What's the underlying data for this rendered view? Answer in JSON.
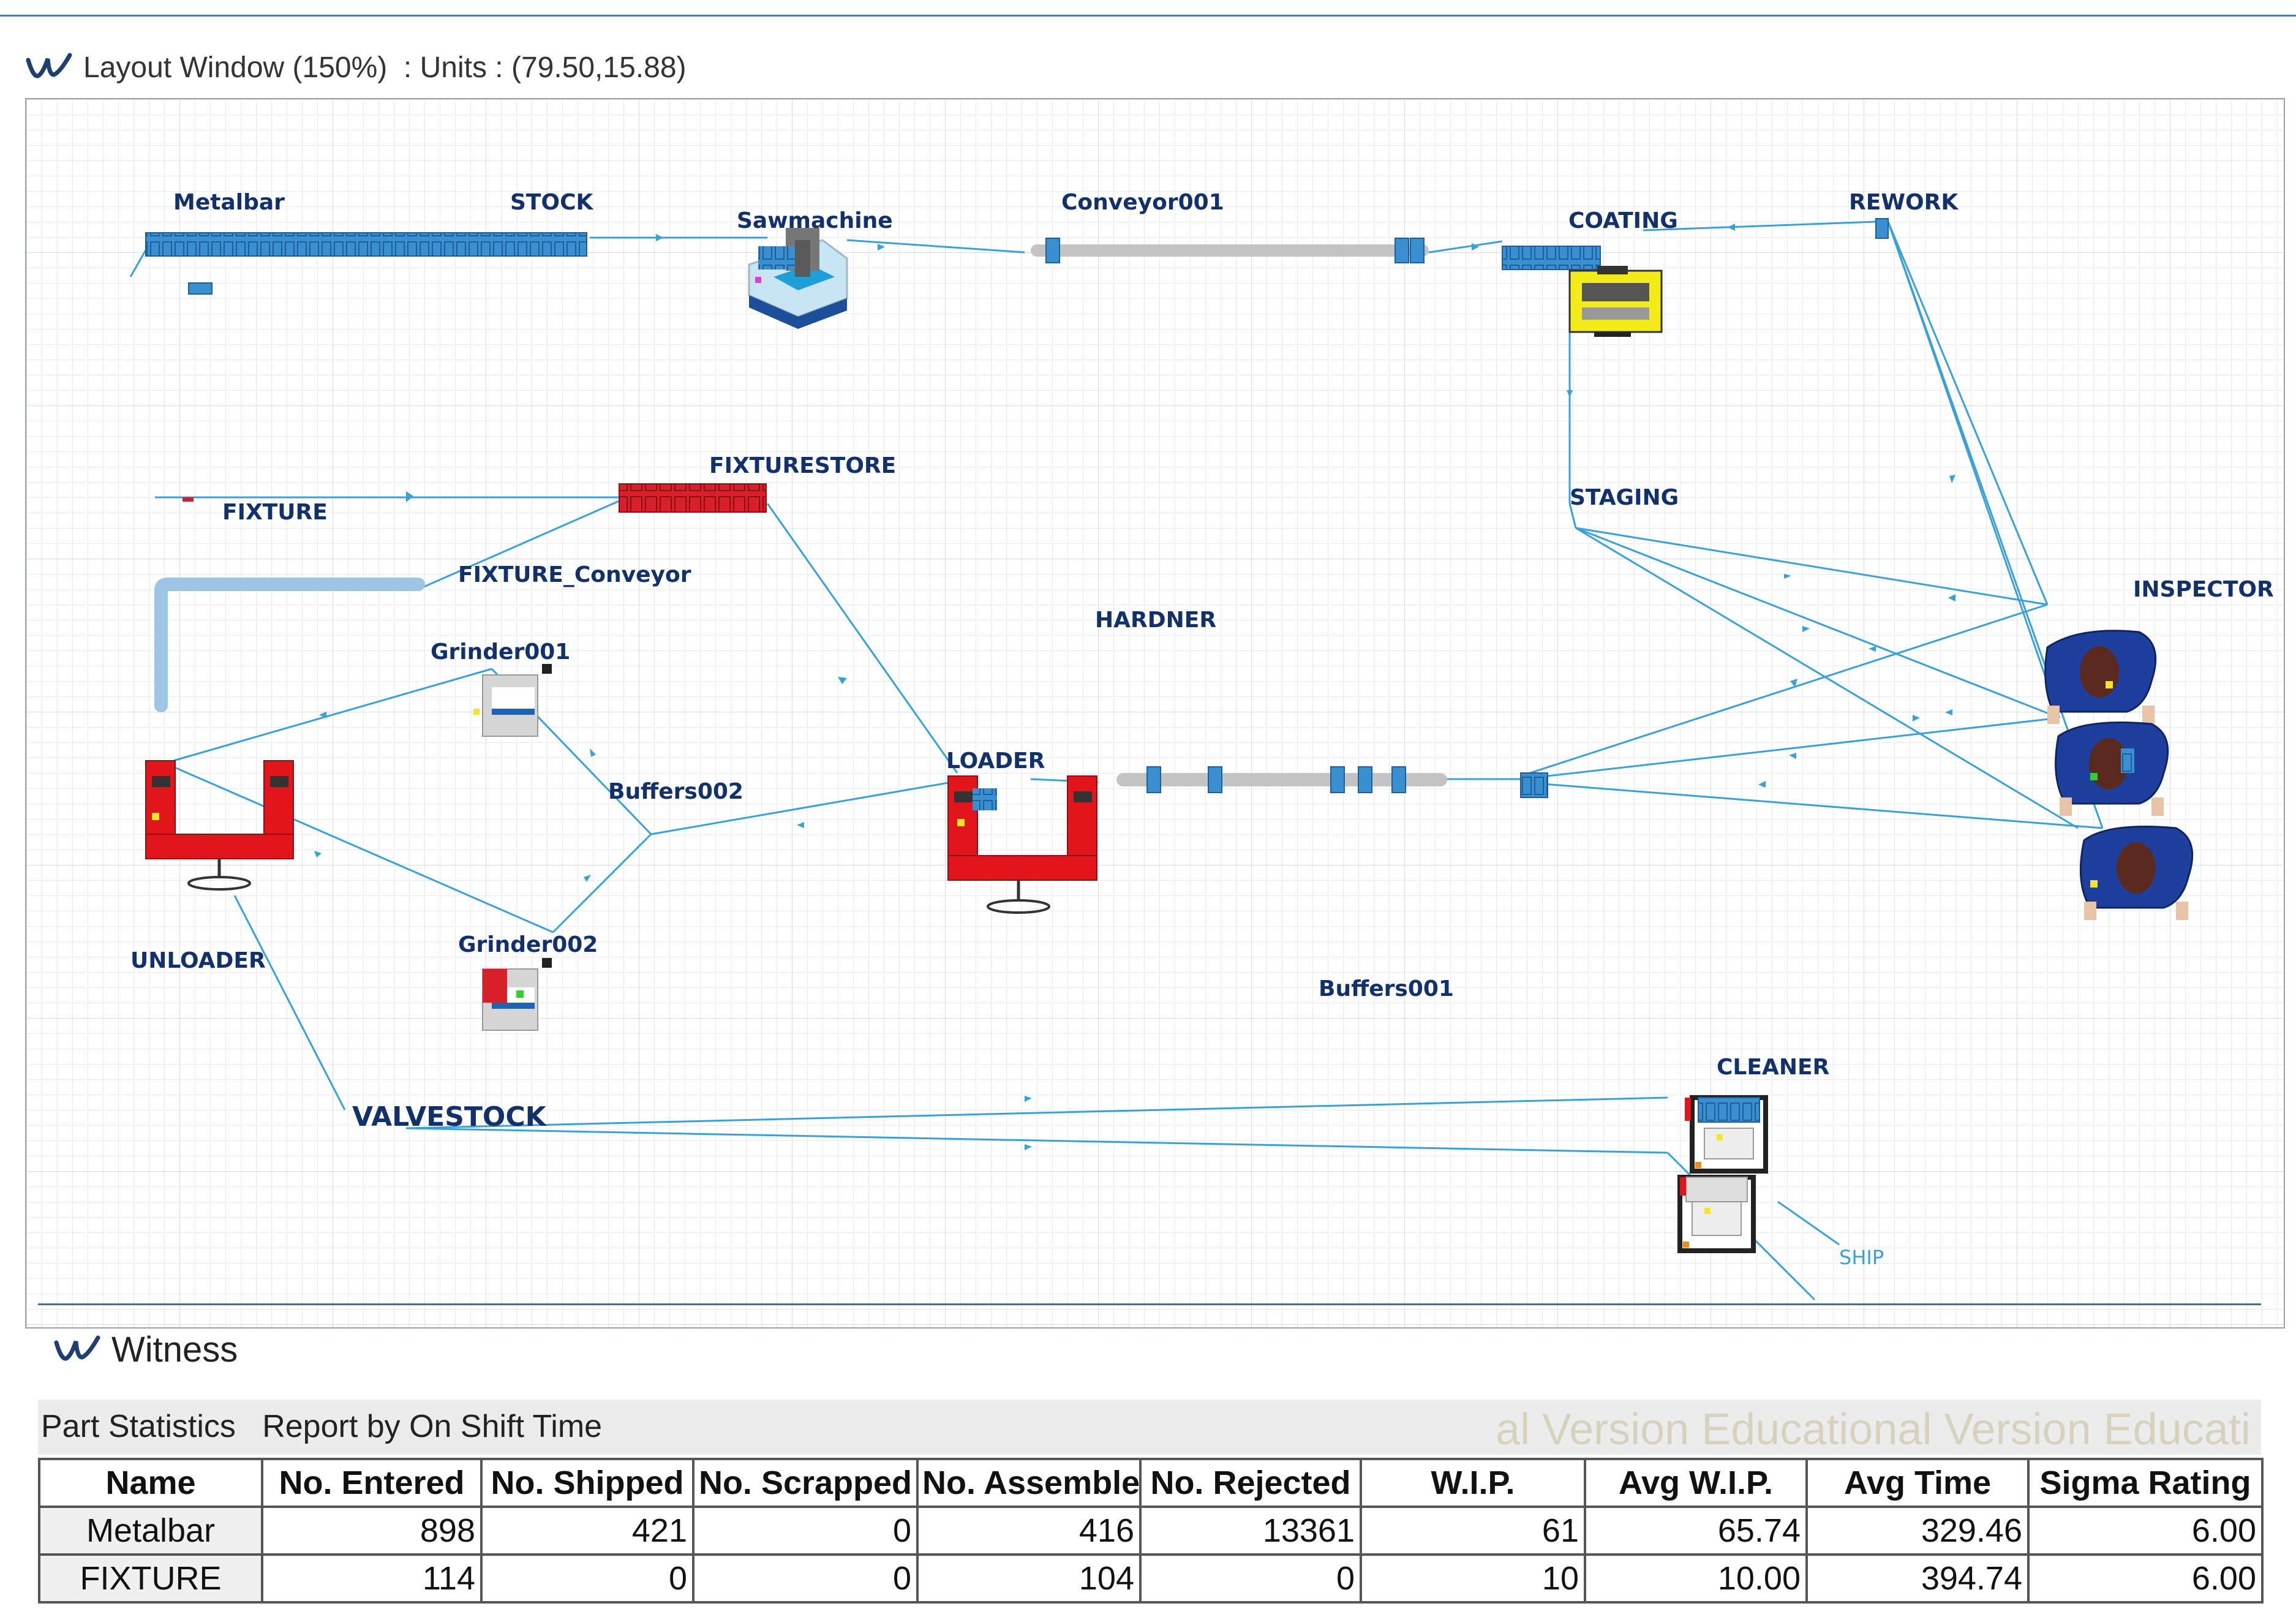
{
  "window": {
    "title": "Layout Window (150%)  : Units : (79.50,15.88)"
  },
  "layout": {
    "labels": {
      "metalbar": "Metalbar",
      "stock": "STOCK",
      "sawmachine": "Sawmachine",
      "conveyor001": "Conveyor001",
      "coating": "COATING",
      "rework": "REWORK",
      "fixture": "FIXTURE",
      "fixturestore": "FIXTURESTORE",
      "fixture_conveyor": "FIXTURE_Conveyor",
      "staging": "STAGING",
      "hardner": "HARDNER",
      "inspector": "INSPECTOR",
      "grinder001": "Grinder001",
      "buffers002": "Buffers002",
      "loader": "LOADER",
      "unloader": "UNLOADER",
      "grinder002": "Grinder002",
      "buffers001": "Buffers001",
      "cleaner": "CLEANER",
      "valvestock": "VALVESTOCK",
      "ship": "SHIP"
    },
    "colors": {
      "route": "#3aa0d8",
      "part": "#2f86c8",
      "machine_red": "#e2151b",
      "inspector_blue": "#1f3f9e",
      "conveyor_grey": "#c4c4c4",
      "coating_yellow": "#f3ec1a"
    }
  },
  "report": {
    "app_title": "Witness",
    "header": "Part Statistics   Report by On Shift Time",
    "watermark": "al Version  Educational Version  Educati",
    "columns": [
      "Name",
      "No. Entered",
      "No. Shipped",
      "No. Scrapped",
      "No. Assemble",
      "No. Rejected",
      "W.I.P.",
      "Avg W.I.P.",
      "Avg Time",
      "Sigma Rating"
    ],
    "rows": [
      [
        "Metalbar",
        "898",
        "421",
        "0",
        "416",
        "13361",
        "61",
        "65.74",
        "329.46",
        "6.00"
      ],
      [
        "FIXTURE",
        "114",
        "0",
        "0",
        "104",
        "0",
        "10",
        "10.00",
        "394.74",
        "6.00"
      ]
    ]
  }
}
